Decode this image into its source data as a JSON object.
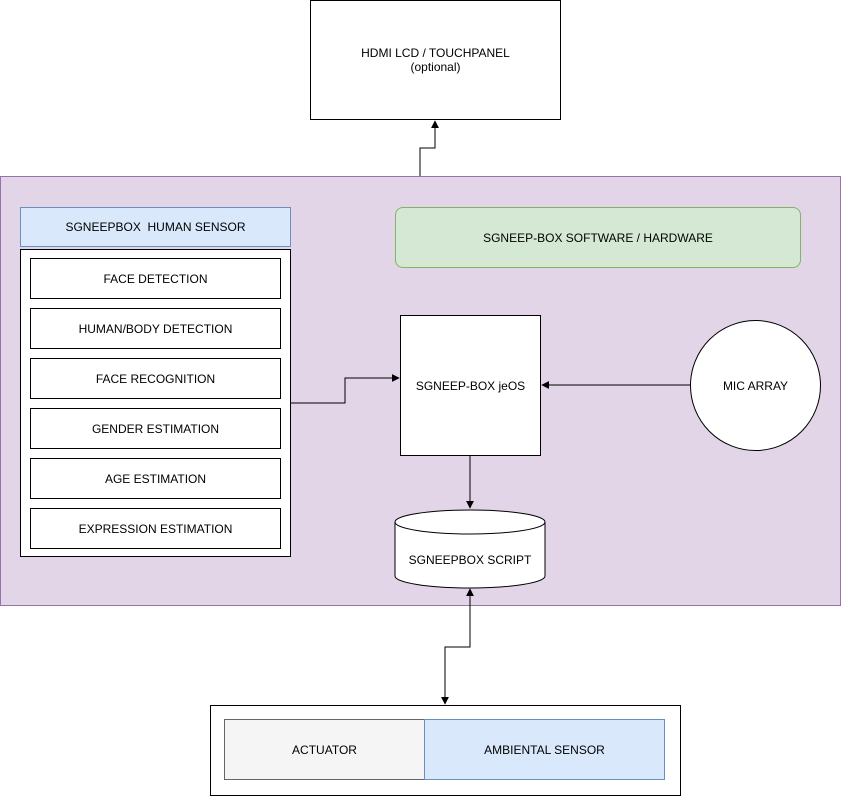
{
  "colors": {
    "region_fill": "#e1d5e7",
    "region_stroke": "#9673a6",
    "sensor_header_fill": "#dae8fc",
    "sensor_header_stroke": "#6c8ebf",
    "software_fill": "#d5e8d4",
    "software_stroke": "#82b366",
    "actuator_fill": "#f5f5f5",
    "actuator_stroke": "#666666",
    "ambient_fill": "#dae8fc",
    "ambient_stroke": "#6c8ebf",
    "line": "#000000"
  },
  "nodes": {
    "display": {
      "title": "HDMI LCD / TOUCHPANEL",
      "subtitle": "(optional)"
    },
    "human_sensor": {
      "header": "SGNEEPBOX  HUMAN SENSOR",
      "items": [
        "FACE DETECTION",
        "HUMAN/BODY DETECTION",
        "FACE RECOGNITION",
        "GENDER ESTIMATION",
        "AGE ESTIMATION",
        "EXPRESSION ESTIMATION"
      ]
    },
    "software": {
      "label": "SGNEEP-BOX SOFTWARE / HARDWARE"
    },
    "jeos": {
      "label": "SGNEEP-BOX jeOS"
    },
    "mic": {
      "label": "MIC ARRAY"
    },
    "script": {
      "label": "SGNEEPBOX SCRIPT"
    },
    "actuator": {
      "label": "ACTUATOR"
    },
    "ambient": {
      "label": "AMBIENTAL SENSOR"
    }
  },
  "edges": [
    {
      "from": "sgneepbox-region",
      "to": "display-box",
      "direction": "one-way"
    },
    {
      "from": "human-sensor-list",
      "to": "jeos-box",
      "direction": "one-way"
    },
    {
      "from": "mic-array-circle",
      "to": "jeos-box",
      "direction": "one-way"
    },
    {
      "from": "jeos-box",
      "to": "script-cylinder",
      "direction": "one-way"
    },
    {
      "from": "script-cylinder",
      "to": "io-box",
      "direction": "two-way"
    }
  ]
}
